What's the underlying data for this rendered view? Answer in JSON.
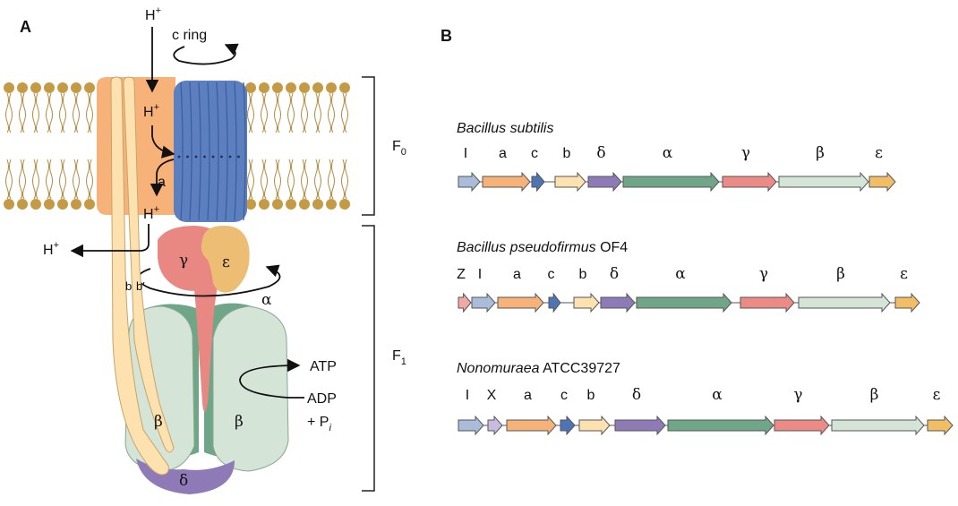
{
  "panel_a": {
    "letter": "A",
    "proton": "H",
    "proton_charge": "+",
    "c_ring": "c ring",
    "subunit_a": "a",
    "b": "b",
    "b_prime": "b′",
    "gamma": "γ",
    "epsilon": "ε",
    "alpha": "α",
    "beta": "β",
    "delta": "δ",
    "atp": "ATP",
    "adp": "ADP",
    "pi_prefix": "+ P",
    "pi_sub": "i",
    "f0_letter": "F",
    "f0_sub": "0",
    "f1_letter": "F",
    "f1_sub": "1"
  },
  "panel_b": {
    "letter": "B",
    "operons": [
      {
        "organism_italic": "Bacillus subtilis",
        "organism_rest": "",
        "genes": [
          {
            "label": "I",
            "color": "#a9bcd9"
          },
          {
            "label": "a",
            "color": "#f7b27a"
          },
          {
            "label": "c",
            "color": "#4f74b3"
          },
          {
            "label": "b",
            "color": "#fde2b0"
          },
          {
            "label": "δ",
            "color": "#8f7ab8"
          },
          {
            "label": "α",
            "color": "#6fa688"
          },
          {
            "label": "γ",
            "color": "#ec8a86"
          },
          {
            "label": "β",
            "color": "#d4e4d6"
          },
          {
            "label": "ε",
            "color": "#f1bd65"
          }
        ]
      },
      {
        "organism_italic": "Bacillus pseudofirmus",
        "organism_rest": " OF4",
        "genes": [
          {
            "label": "Z",
            "color": "#f2a9a6"
          },
          {
            "label": "I",
            "color": "#a9bcd9"
          },
          {
            "label": "a",
            "color": "#f7b27a"
          },
          {
            "label": "c",
            "color": "#4f74b3"
          },
          {
            "label": "b",
            "color": "#fde2b0"
          },
          {
            "label": "δ",
            "color": "#8f7ab8"
          },
          {
            "label": "α",
            "color": "#6fa688"
          },
          {
            "label": "γ",
            "color": "#ec8a86"
          },
          {
            "label": "β",
            "color": "#d4e4d6"
          },
          {
            "label": "ε",
            "color": "#f1bd65"
          }
        ]
      },
      {
        "organism_italic": "Nonomuraea",
        "organism_rest": " ATCC39727",
        "genes": [
          {
            "label": "I",
            "color": "#a9bcd9"
          },
          {
            "label": "X",
            "color": "#c7bce0"
          },
          {
            "label": "a",
            "color": "#f7b27a"
          },
          {
            "label": "c",
            "color": "#4f74b3"
          },
          {
            "label": "b",
            "color": "#fde2b0"
          },
          {
            "label": "δ",
            "color": "#8f7ab8"
          },
          {
            "label": "α",
            "color": "#6fa688"
          },
          {
            "label": "γ",
            "color": "#ec8a86"
          },
          {
            "label": "β",
            "color": "#d4e4d6"
          },
          {
            "label": "ε",
            "color": "#f1bd65"
          }
        ]
      }
    ]
  },
  "colors": {
    "membrane_head": "#c49a45",
    "membrane_tail": "#b08a3e",
    "subunit_a": "#f7b27a",
    "stalk_b": "#fde2b0",
    "c_ring": "#5b7fbf",
    "c_ring_line": "#3f5f9a",
    "gamma": "#e98883",
    "epsilon": "#ecbd72",
    "alpha": "#6fa688",
    "beta": "#d4e4d6",
    "delta": "#8f7ab8"
  }
}
